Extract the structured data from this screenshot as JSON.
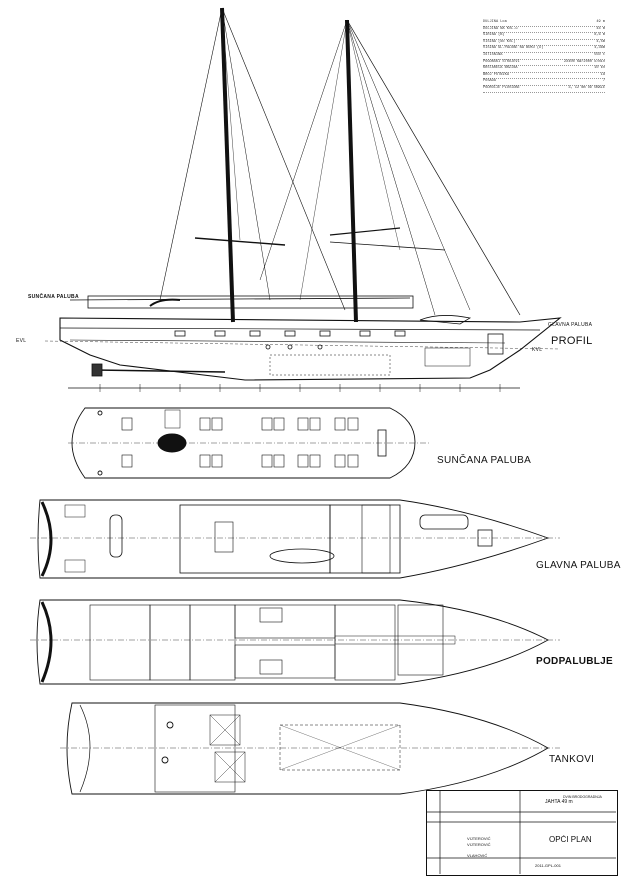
{
  "labels": {
    "profil": "PROFIL",
    "suncana_paluba": "SUNČANA PALUBA",
    "glavna_paluba": "GLAVNA PALUBA",
    "podpalublje": "PODPALUBLJE",
    "tankovi": "TANKOVI",
    "suncana_paluba_side": "SUNČANA PALUBA",
    "glavna_paluba_side": "GLAVNA PALUBA",
    "kvl": "KVL",
    "evl": "EVL"
  },
  "spec_table": [
    {
      "name": "DULJINA Loa",
      "value": "49 m"
    },
    {
      "name": "DULJINA NA KVL-u",
      "value": "44 m"
    },
    {
      "name": "ŠIRINA (B)",
      "value": "8,6 m"
    },
    {
      "name": "VISINA (do KVL)",
      "value": "4,5m"
    },
    {
      "name": "VISINA GL.PALUBE NA BOKU (D)",
      "value": "4,36m"
    },
    {
      "name": "ISTISNINA",
      "value": "550 t"
    },
    {
      "name": "POGONSKI STROJEVI",
      "value": "2X400 KW/2000 o/min"
    },
    {
      "name": "KRSTARECA BRZINA",
      "value": "10 kn"
    },
    {
      "name": "BROJ PUTNIKA",
      "value": "18"
    },
    {
      "name": "POSADA",
      "value": "7"
    },
    {
      "name": "PODRUČJE PLOVIDBE",
      "value": "3, 12 Nm OD OBALE"
    }
  ],
  "title_block": {
    "vessel": "JAHTA 49 m",
    "drawing_title": "OPĆI PLAN",
    "drawn": "VIJTEROVIĆ",
    "checked": "VIJTEROVIĆ",
    "approved": "VLAHOVIĆ",
    "designer": "DVIN BRODOGRADNJA",
    "number": "2011-GPL-001"
  },
  "colors": {
    "line": "#111111",
    "mast": "#1a1a1a",
    "background": "#ffffff"
  }
}
